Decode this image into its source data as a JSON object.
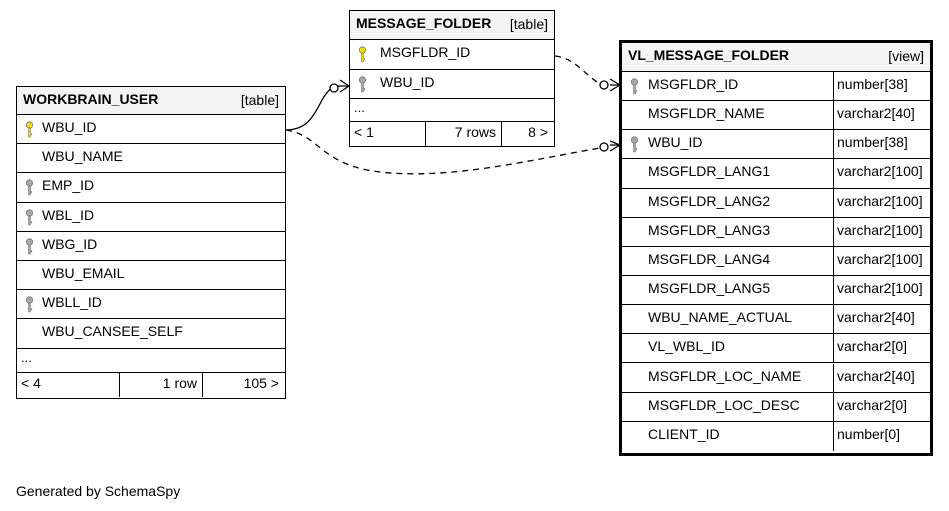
{
  "tables": {
    "workbrain_user": {
      "name": "WORKBRAIN_USER",
      "kind": "[table]",
      "columns": [
        "WBU_ID",
        "WBU_NAME",
        "EMP_ID",
        "WBL_ID",
        "WBG_ID",
        "WBU_EMAIL",
        "WBLL_ID",
        "WBU_CANSEE_SELF"
      ],
      "ellipsis": "...",
      "footer": {
        "parents": "< 4",
        "rows": "1 row",
        "children": "105 >"
      }
    },
    "message_folder": {
      "name": "MESSAGE_FOLDER",
      "kind": "[table]",
      "columns": [
        "MSGFLDR_ID",
        "WBU_ID"
      ],
      "ellipsis": "...",
      "footer": {
        "parents": "< 1",
        "rows": "7 rows",
        "children": "8 >"
      }
    },
    "vl_message_folder": {
      "name": "VL_MESSAGE_FOLDER",
      "kind": "[view]",
      "columns": [
        {
          "name": "MSGFLDR_ID",
          "type": "number[38]"
        },
        {
          "name": "MSGFLDR_NAME",
          "type": "varchar2[40]"
        },
        {
          "name": "WBU_ID",
          "type": "number[38]"
        },
        {
          "name": "MSGFLDR_LANG1",
          "type": "varchar2[100]"
        },
        {
          "name": "MSGFLDR_LANG2",
          "type": "varchar2[100]"
        },
        {
          "name": "MSGFLDR_LANG3",
          "type": "varchar2[100]"
        },
        {
          "name": "MSGFLDR_LANG4",
          "type": "varchar2[100]"
        },
        {
          "name": "MSGFLDR_LANG5",
          "type": "varchar2[100]"
        },
        {
          "name": "WBU_NAME_ACTUAL",
          "type": "varchar2[40]"
        },
        {
          "name": "VL_WBL_ID",
          "type": "varchar2[0]"
        },
        {
          "name": "MSGFLDR_LOC_NAME",
          "type": "varchar2[40]"
        },
        {
          "name": "MSGFLDR_LOC_DESC",
          "type": "varchar2[0]"
        },
        {
          "name": "CLIENT_ID",
          "type": "number[0]"
        }
      ]
    }
  },
  "footer_text": "Generated by SchemaSpy",
  "colors": {
    "primary_key": "#f0e000",
    "foreign_key": "#a8a8a8",
    "header_bg": "#f4f4f4"
  }
}
